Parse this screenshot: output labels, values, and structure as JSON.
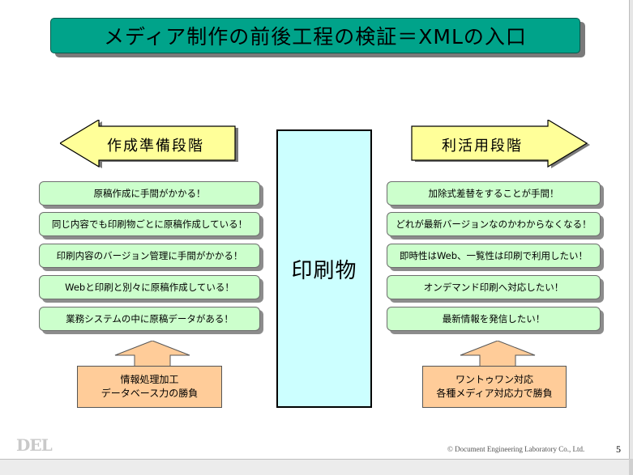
{
  "slide": {
    "title": "メディア制作の前後工程の検証＝XMLの入口",
    "left_arrow_label": "作成準備段階",
    "right_arrow_label": "利活用段階",
    "center_label": "印刷物",
    "left_items": [
      "原稿作成に手間がかかる！",
      "同じ内容でも印刷物ごとに原稿作成している！",
      "印刷内容のバージョン管理に手間がかかる！",
      "Webと印刷と別々に原稿作成している！",
      "業務システムの中に原稿データがある！"
    ],
    "right_items": [
      "加除式差替をすることが手間！",
      "どれが最新バージョンなのかわからなくなる！",
      "即時性はWeb、一覧性は印刷で利用したい！",
      "オンデマンド印刷へ対応したい！",
      "最新情報を発信したい！"
    ],
    "left_bottom": {
      "line1": "情報処理加工",
      "line2": "データベース力の勝負"
    },
    "right_bottom": {
      "line1": "ワントゥワン対応",
      "line2": "各種メディア対応力で勝負"
    },
    "logo": "DEL",
    "copyright": "© Document Engineering Laboratory Co., Ltd.",
    "page_number": "5"
  },
  "colors": {
    "title_bg": "#00a38a",
    "arrow_fill": "#ffff99",
    "pill_fill": "#ccffcc",
    "center_fill": "#ccffff",
    "orange_fill": "#ffcc99"
  }
}
